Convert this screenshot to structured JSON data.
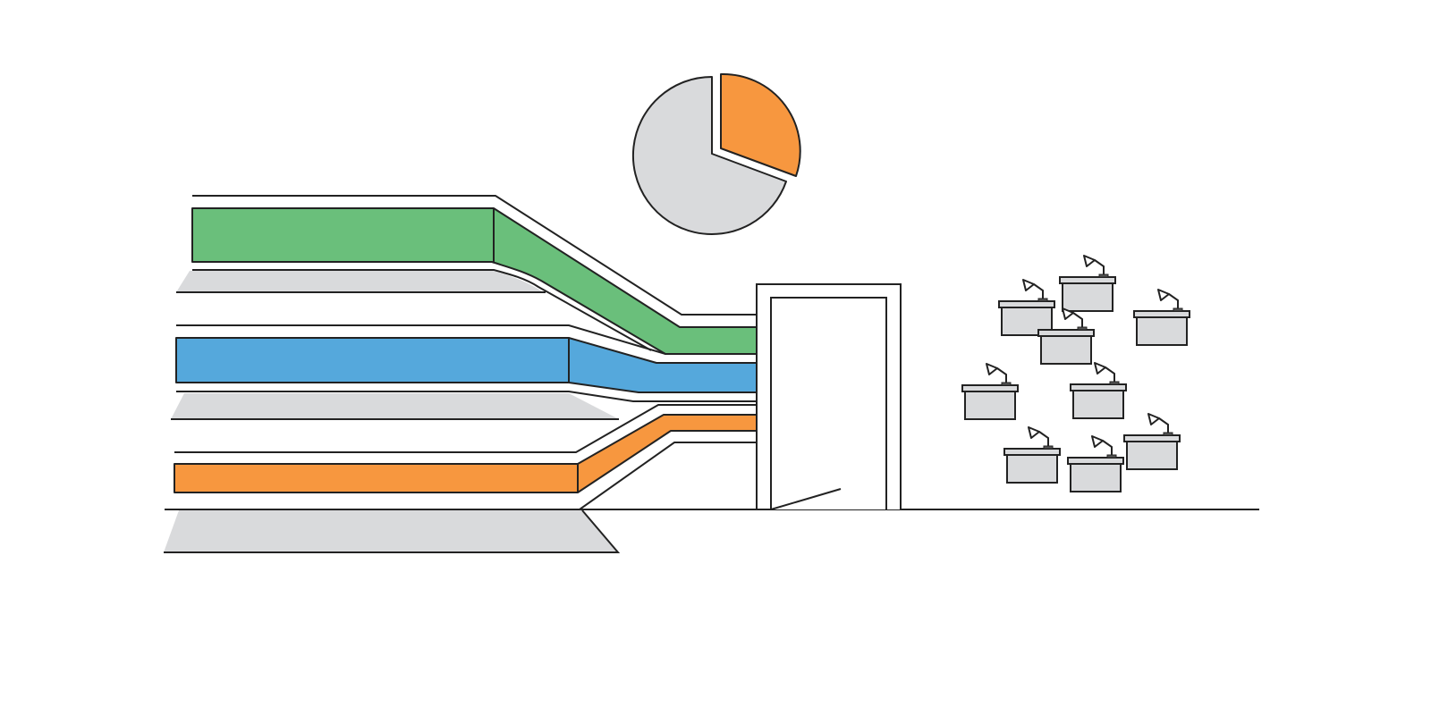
{
  "colors": {
    "background": "#ffffff",
    "stroke": "#222222",
    "green": "#6abf7b",
    "blue": "#55a8dc",
    "orange": "#f7973f",
    "gray": "#d9dadc"
  },
  "pie": {
    "slices": [
      {
        "name": "highlighted-share",
        "fraction": 0.3,
        "color": "#f7973f",
        "exploded": true
      },
      {
        "name": "remaining-share",
        "fraction": 0.7,
        "color": "#d9dadc",
        "exploded": false
      }
    ]
  },
  "streams": [
    {
      "name": "green-stream",
      "color": "#6abf7b"
    },
    {
      "name": "blue-stream",
      "color": "#55a8dc"
    },
    {
      "name": "orange-stream",
      "color": "#f7973f"
    }
  ],
  "doorway": {
    "state": "open"
  },
  "desks": {
    "count": 9,
    "icon": "desk-lamp-icon"
  }
}
